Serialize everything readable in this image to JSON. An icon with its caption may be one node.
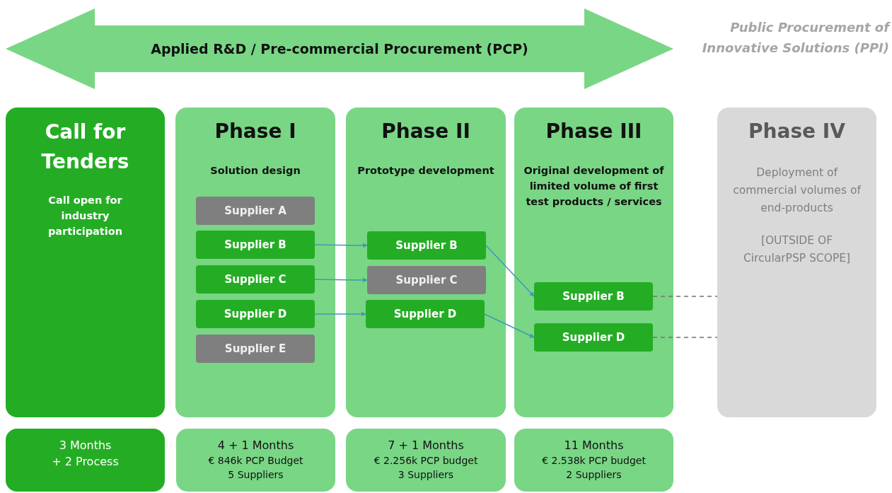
{
  "diagram": {
    "nodes": [
      {
        "text": [
          "Applied R&D / Pre-commercial Procurement (PCP)"
        ]
      },
      {
        "text": [
          "Call for Tenders",
          "Call open for industry participation"
        ]
      },
      {
        "text": [
          "Phase I",
          "Solution design"
        ]
      },
      {
        "text": [
          "Supplier A"
        ],
        "in": 2
      },
      {
        "text": [
          "Supplier B"
        ],
        "in": 2
      },
      {
        "text": [
          "Supplier C"
        ],
        "in": 2
      },
      {
        "text": [
          "Supplier D"
        ],
        "in": 2
      },
      {
        "text": [
          "Supplier E"
        ],
        "in": 2
      },
      {
        "text": [
          "Phase II",
          "Prototype development"
        ]
      },
      {
        "text": [
          "Supplier B"
        ],
        "in": 8
      },
      {
        "text": [
          "Supplier C"
        ],
        "in": 8
      },
      {
        "text": [
          "Supplier D"
        ],
        "in": 8
      },
      {
        "text": [
          "Phase III",
          "Original development of limited volume of first test products / services"
        ]
      },
      {
        "text": [
          "Supplier B"
        ],
        "in": 12
      },
      {
        "text": [
          "Supplier D"
        ],
        "in": 12
      },
      {
        "text": [
          "Phase IV",
          "Deployment of commercial volumes of end-products",
          "[OUTSIDE OF CircularPSP SCOPE]"
        ]
      },
      {
        "text": [
          "3 Months",
          "+ 2 Process"
        ]
      },
      {
        "text": [
          "4 + 1 Months",
          "€ 846k PCP Budget",
          "5 Suppliers"
        ]
      },
      {
        "text": [
          "7 + 1 Months",
          "€ 2.256k PCP budget",
          "3 Suppliers"
        ]
      },
      {
        "text": [
          "11 Months",
          "€ 2.538k PCP budget",
          "2 Suppliers"
        ]
      }
    ],
    "edges": [
      {
        "from": 4,
        "to": 9,
        "arrow": "to"
      },
      {
        "from": 5,
        "to": 10,
        "arrow": "to"
      },
      {
        "from": 6,
        "to": 11,
        "arrow": "to"
      },
      {
        "from": 9,
        "to": 13,
        "arrow": "to"
      },
      {
        "from": 11,
        "to": 14,
        "arrow": "to"
      },
      {
        "from": 13,
        "to": 15,
        "arrow": "none",
        "style": "dashed",
        "color": "#767171"
      },
      {
        "from": 14,
        "to": 15,
        "arrow": "none",
        "style": "dashed",
        "color": "#767171"
      }
    ],
    "labels": [
      "Public Procurement of Innovative Solutions (PPI)"
    ]
  }
}
